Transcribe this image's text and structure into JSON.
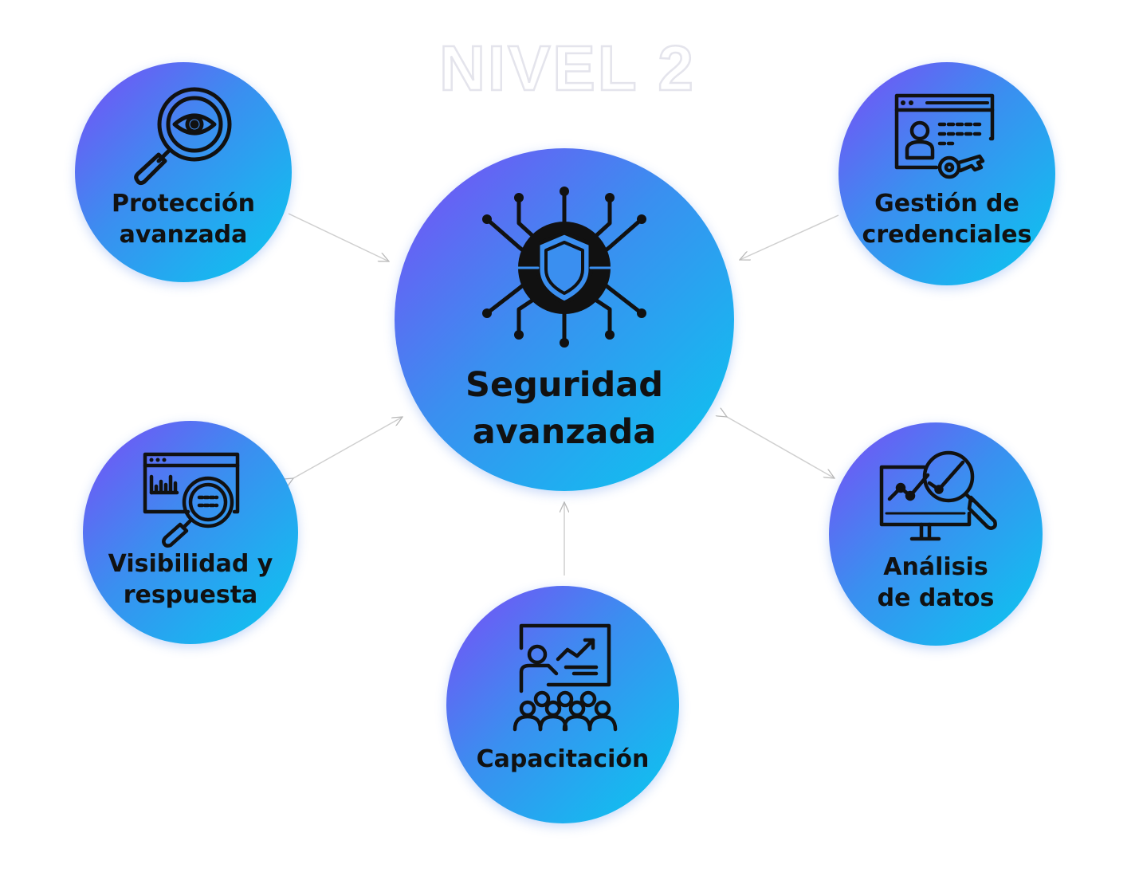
{
  "title": "NIVEL 2",
  "center": {
    "label": "Seguridad\navanzada",
    "icon": "shield-globe-network-icon"
  },
  "nodes": [
    {
      "label": "Protección\navanzada",
      "icon": "magnifier-eye-icon"
    },
    {
      "label": "Gestión de\ncredenciales",
      "icon": "browser-user-key-icon"
    },
    {
      "label": "Visibilidad y\nrespuesta",
      "icon": "browser-chart-magnifier-icon"
    },
    {
      "label": "Análisis\nde datos",
      "icon": "monitor-chart-magnifier-icon"
    },
    {
      "label": "Capacitación",
      "icon": "presentation-audience-icon"
    }
  ],
  "colors": {
    "gradient_start": "#7b4cf6",
    "gradient_mid": "#3a8ff0",
    "gradient_end": "#08c9ef",
    "icon_stroke": "#111111",
    "connector": "#c8c8c8"
  }
}
